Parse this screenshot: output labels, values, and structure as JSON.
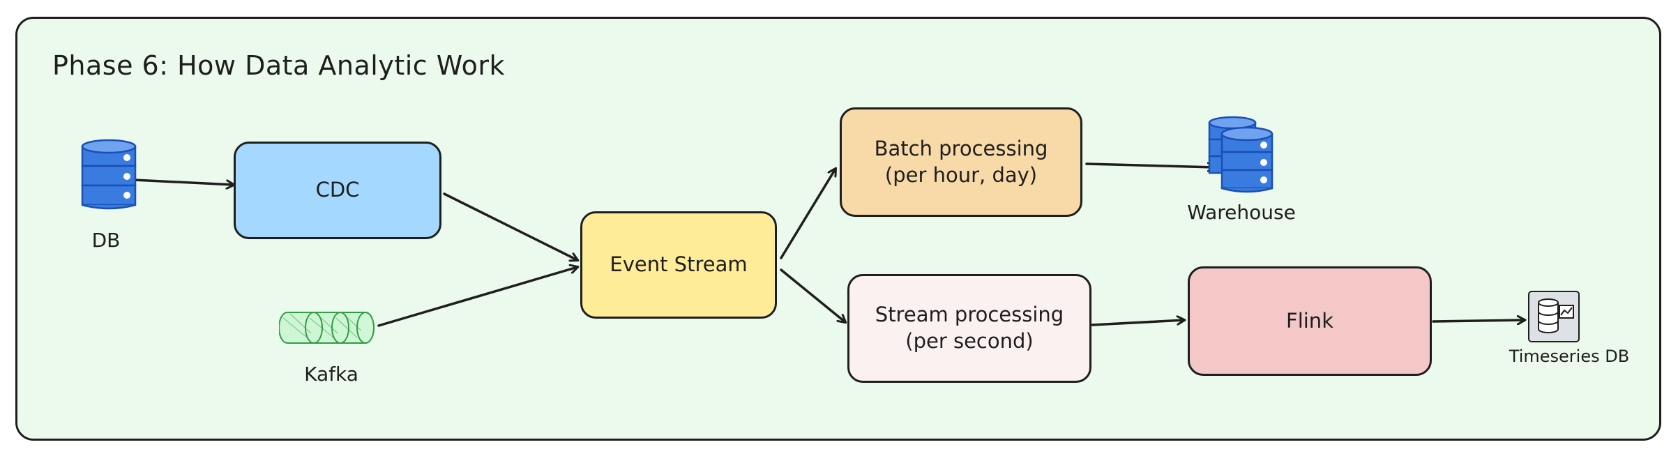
{
  "diagram": {
    "title": "Phase 6: How Data Analytic Work",
    "nodes": {
      "db": {
        "label": "DB",
        "icon": "database-icon"
      },
      "kafka": {
        "label": "Kafka",
        "icon": "kafka-queue-icon"
      },
      "cdc": {
        "label": "CDC",
        "fill": "#a5d8ff"
      },
      "event_stream": {
        "label": "Event Stream",
        "fill": "#ffec99"
      },
      "batch": {
        "label": "Batch processing\n(per hour, day)",
        "fill": "#f8d9a8"
      },
      "stream": {
        "label": "Stream processing\n(per second)",
        "fill": "#fbf1f1"
      },
      "flink": {
        "label": "Flink",
        "fill": "#f5c8c8"
      },
      "warehouse": {
        "label": "Warehouse",
        "icon": "warehouse-database-icon"
      },
      "timeseries": {
        "label": "Timeseries DB",
        "icon": "timeseries-db-icon"
      }
    },
    "edges": [
      {
        "from": "db",
        "to": "cdc"
      },
      {
        "from": "cdc",
        "to": "event_stream"
      },
      {
        "from": "kafka",
        "to": "event_stream"
      },
      {
        "from": "event_stream",
        "to": "batch"
      },
      {
        "from": "event_stream",
        "to": "stream"
      },
      {
        "from": "batch",
        "to": "warehouse"
      },
      {
        "from": "stream",
        "to": "flink"
      },
      {
        "from": "flink",
        "to": "timeseries"
      }
    ]
  },
  "colors": {
    "background": "#ebfaec",
    "stroke": "#1e1e1e",
    "db_blue": "#3a7be0",
    "kafka_green": "#2f9e44"
  }
}
